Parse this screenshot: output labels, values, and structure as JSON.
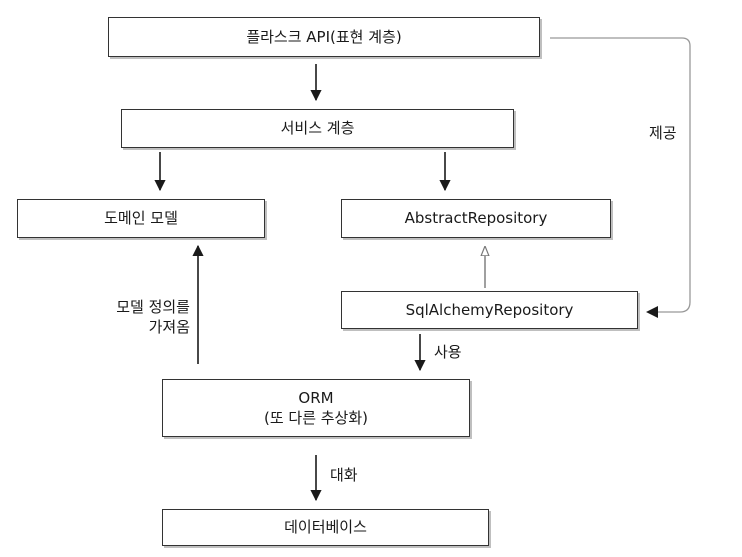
{
  "nodes": {
    "flask_api": "플라스크 API(표현 계층)",
    "service_layer": "서비스 계층",
    "domain_model": "도메인 모델",
    "abstract_repository": "AbstractRepository",
    "sqlalchemy_repository": "SqlAlchemyRepository",
    "orm_line1": "ORM",
    "orm_line2": "(또 다른 추상화)",
    "database": "데이터베이스"
  },
  "edge_labels": {
    "provides": "제공",
    "uses": "사용",
    "talks_to": "대화",
    "import_model_line1": "모델 정의를",
    "import_model_line2": "가져옴"
  },
  "colors": {
    "border": "#333333",
    "arrow": "#1a1a1a",
    "connector": "#999999",
    "text": "#1a1a1a"
  }
}
